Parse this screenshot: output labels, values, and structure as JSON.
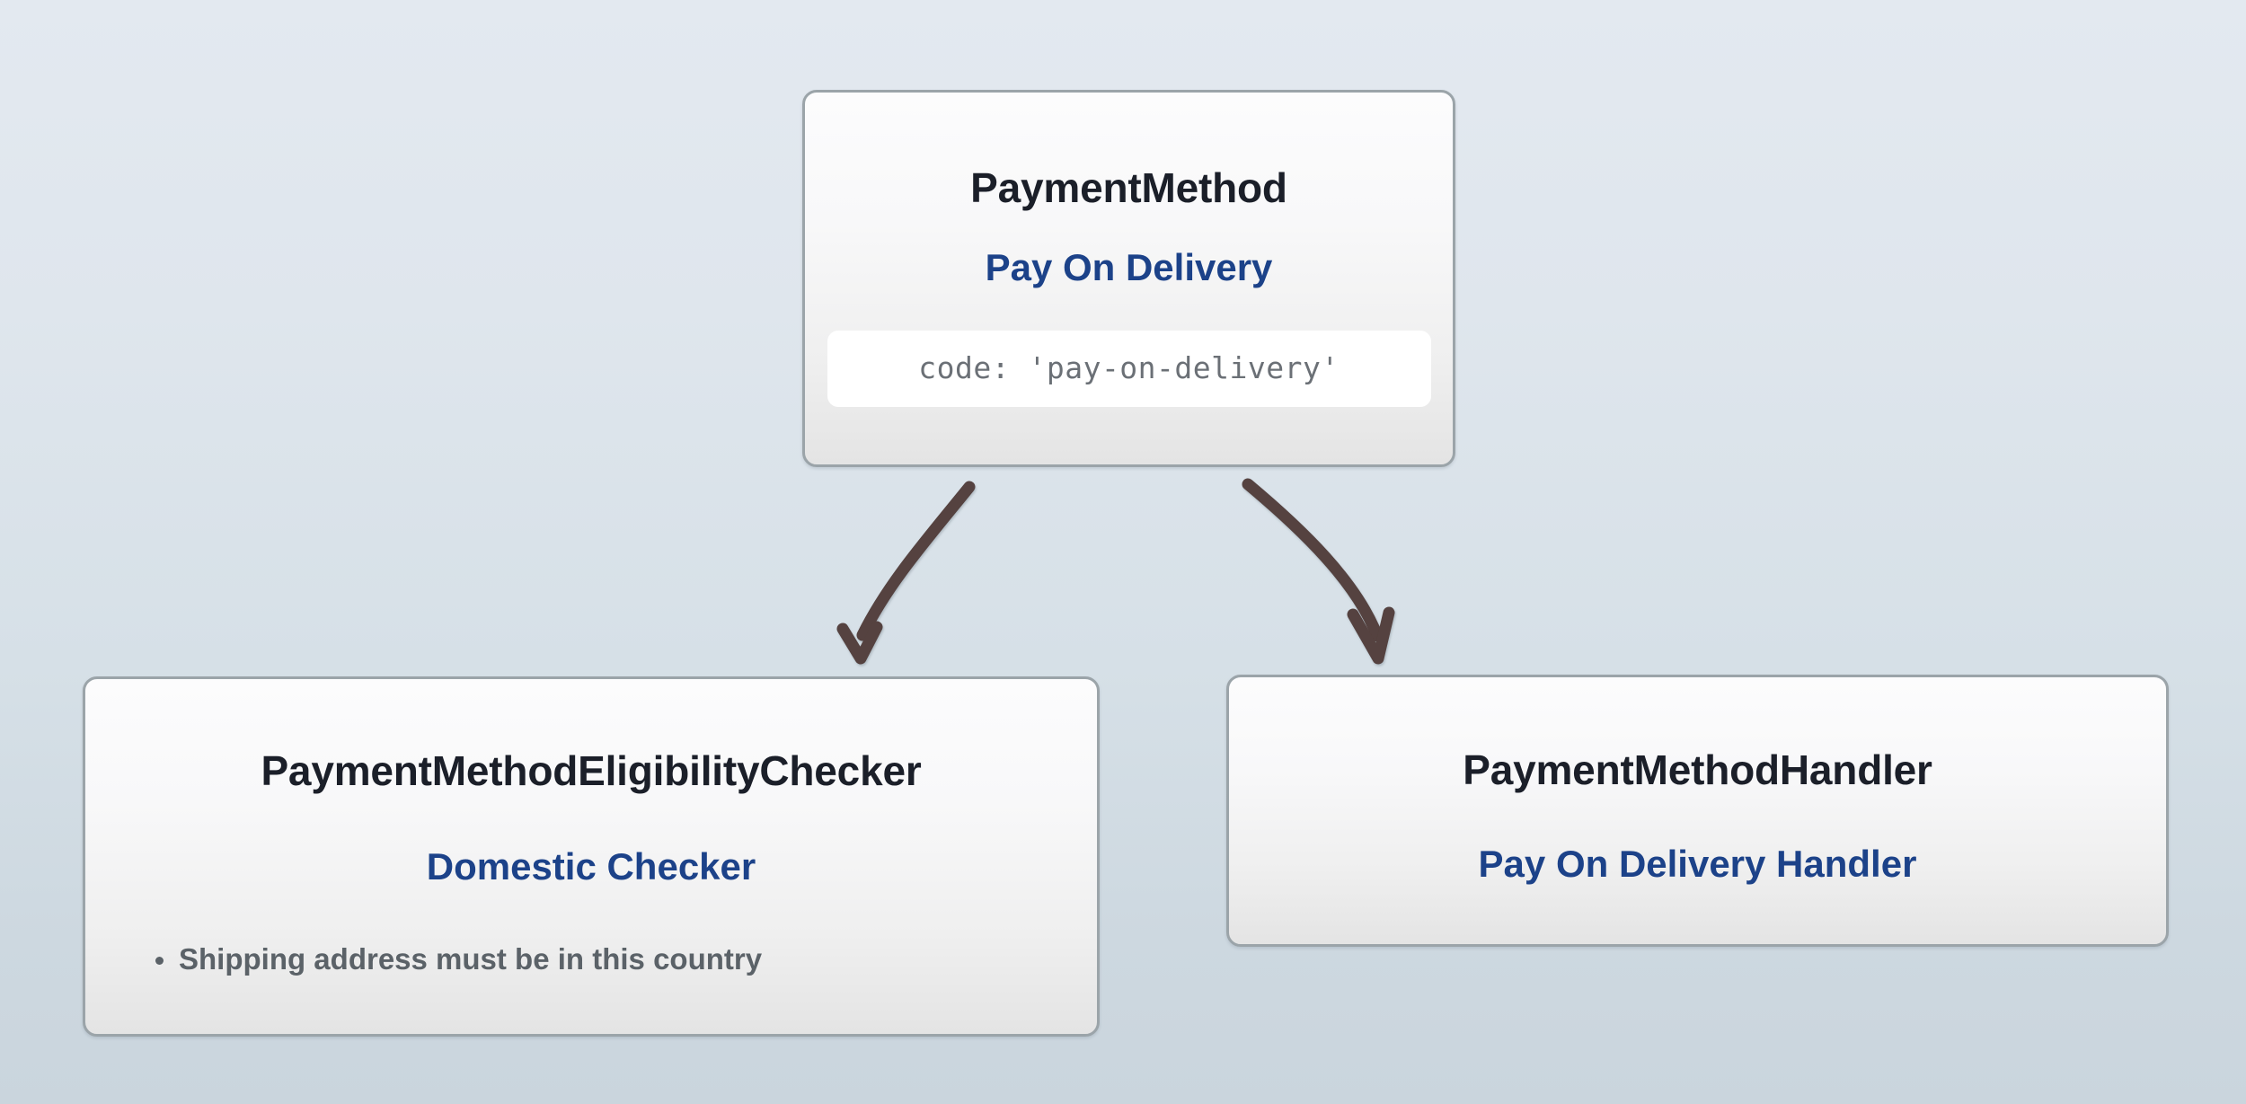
{
  "diagram": {
    "background_top_color": "#e3e9f0",
    "background_bottom_color": "#cad5dd",
    "node_border_color": "#9ba4a9",
    "title_color": "#1b1f29",
    "subtitle_color": "#1c4289",
    "body_text_color": "#5b6268",
    "arrow_color": "#54423f",
    "nodes": [
      {
        "id": "payment-method",
        "title": "PaymentMethod",
        "subtitle": "Pay On Delivery",
        "code": "code: 'pay-on-delivery'"
      },
      {
        "id": "eligibility-checker",
        "title": "PaymentMethodEligibilityChecker",
        "subtitle": "Domestic Checker",
        "bullets": [
          "Shipping address must be in this country"
        ]
      },
      {
        "id": "payment-method-handler",
        "title": "PaymentMethodHandler",
        "subtitle": "Pay On Delivery Handler"
      }
    ],
    "edges": [
      {
        "id": "edge-to-checker",
        "from": "payment-method",
        "to": "eligibility-checker"
      },
      {
        "id": "edge-to-handler",
        "from": "payment-method",
        "to": "payment-method-handler"
      }
    ]
  }
}
